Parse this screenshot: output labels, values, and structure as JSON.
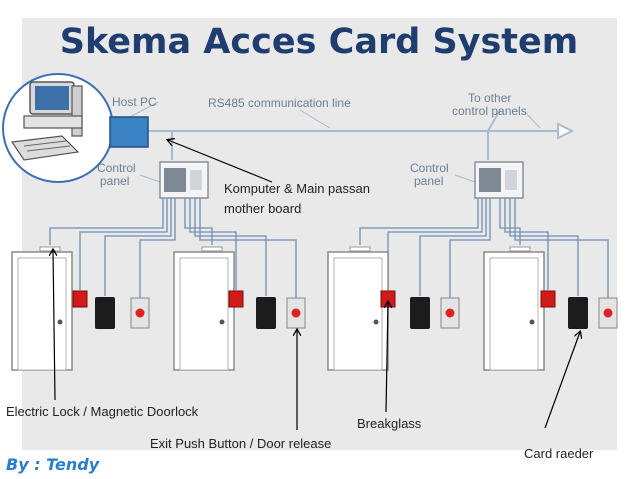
{
  "title": "Skema Acces Card System",
  "byline": "By : Tendy",
  "diagram_labels": {
    "host_pc": "Host PC",
    "rs485": "RS485 communication line",
    "to_other_line1": "To other",
    "to_other_line2": "control panels",
    "control_panel_1_line1": "Control",
    "control_panel_1_line2": "panel",
    "control_panel_2_line1": "Control",
    "control_panel_2_line2": "panel"
  },
  "annotations": {
    "main_board_line1": "Komputer & Main passan",
    "main_board_line2": " mother board",
    "electric_lock": "Electric Lock / Magnetic Doorlock",
    "exit_button": "Exit Push Button / Door release",
    "breakglass": "Breakglass",
    "card_reader": "Card raeder"
  },
  "colors": {
    "title": "#1f3d6e",
    "byline": "#2a7dc9",
    "diagram_line": "#9fb4c8",
    "cable": "#6f90b3",
    "breakglass_red": "#d11a1a",
    "pc_box": "#3b82c4"
  }
}
